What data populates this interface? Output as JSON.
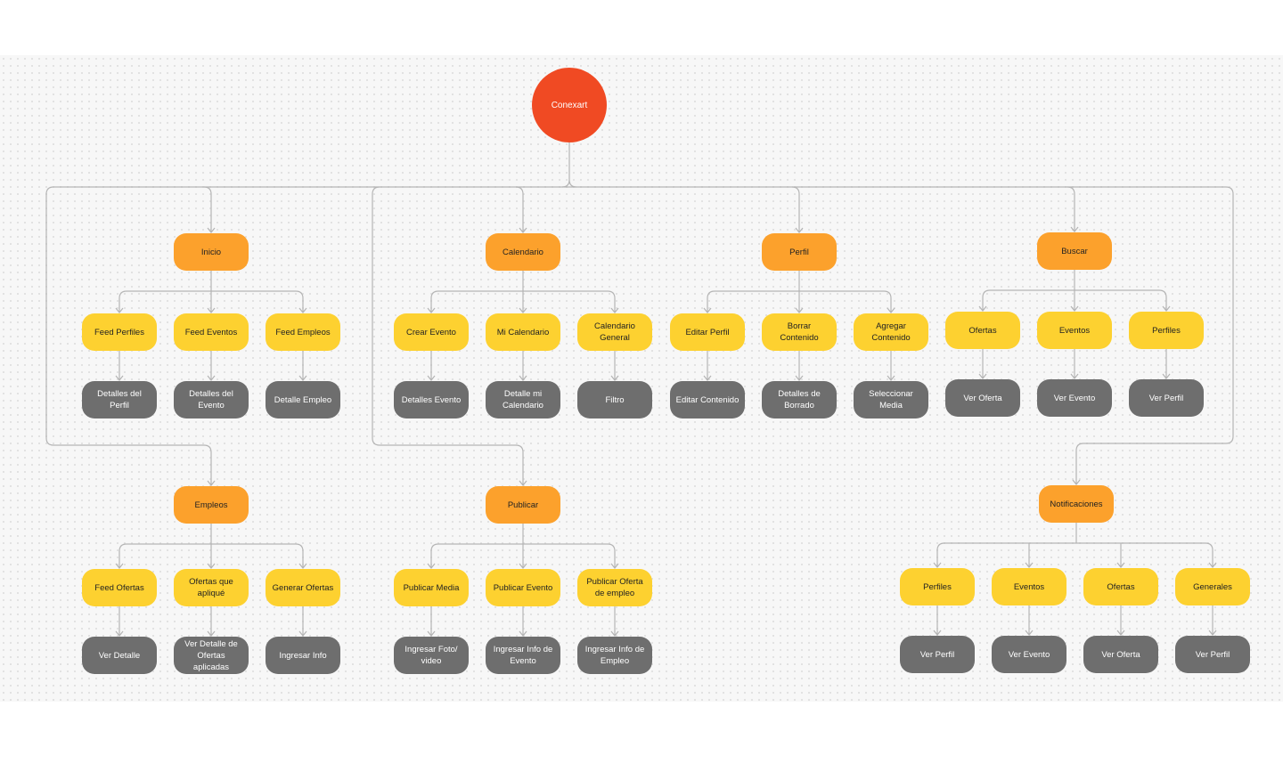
{
  "root": {
    "label": "Conexart"
  },
  "sections": {
    "inicio": {
      "label": "Inicio",
      "children": [
        {
          "label": "Feed Perfiles",
          "detail": "Detalles del Perfil"
        },
        {
          "label": "Feed Eventos",
          "detail": "Detalles del Evento"
        },
        {
          "label": "Feed Empleos",
          "detail": "Detalle Empleo"
        }
      ]
    },
    "calendario": {
      "label": "Calendario",
      "children": [
        {
          "label": "Crear Evento",
          "detail": "Detalles Evento"
        },
        {
          "label": "Mi Calendario",
          "detail": "Detalle mi Calendario"
        },
        {
          "label": "Calendario General",
          "detail": "Filtro"
        }
      ]
    },
    "perfil": {
      "label": "Perfil",
      "children": [
        {
          "label": "Editar Perfil",
          "detail": "Editar Contenido"
        },
        {
          "label": "Borrar Contenido",
          "detail": "Detalles de Borrado"
        },
        {
          "label": "Agregar Contenido",
          "detail": "Seleccionar Media"
        }
      ]
    },
    "buscar": {
      "label": "Buscar",
      "children": [
        {
          "label": "Ofertas",
          "detail": "Ver Oferta"
        },
        {
          "label": "Eventos",
          "detail": "Ver Evento"
        },
        {
          "label": "Perfiles",
          "detail": "Ver Perfil"
        }
      ]
    },
    "empleos": {
      "label": "Empleos",
      "children": [
        {
          "label": "Feed Ofertas",
          "detail": "Ver Detalle"
        },
        {
          "label": "Ofertas que apliqué",
          "detail": "Ver Detalle de Ofertas aplicadas"
        },
        {
          "label": "Generar Ofertas",
          "detail": "Ingresar Info"
        }
      ]
    },
    "publicar": {
      "label": "Publicar",
      "children": [
        {
          "label": "Publicar Media",
          "detail": "Ingresar Foto/ video"
        },
        {
          "label": "Publicar Evento",
          "detail": "Ingresar Info de Evento"
        },
        {
          "label": "Publicar Oferta de empleo",
          "detail": "Ingresar Info de Empleo"
        }
      ]
    },
    "notificaciones": {
      "label": "Notificaciones",
      "children": [
        {
          "label": "Perfiles",
          "detail": "Ver Perfil"
        },
        {
          "label": "Eventos",
          "detail": "Ver Evento"
        },
        {
          "label": "Ofertas",
          "detail": "Ver Oferta"
        },
        {
          "label": "Generales",
          "detail": "Ver Perfil"
        }
      ]
    }
  },
  "colors": {
    "root": "#f04a23",
    "section": "#fca12c",
    "child": "#fdd130",
    "detail": "#6e6e6e",
    "connector": "#b5b5b5"
  }
}
